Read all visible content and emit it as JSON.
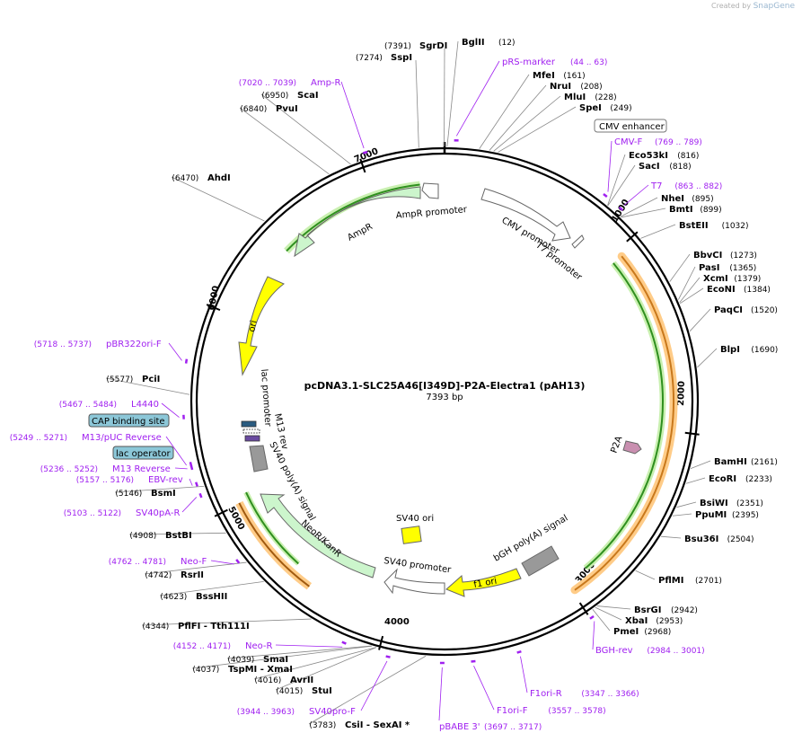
{
  "credit": {
    "created_by": "Created by",
    "brand": "SnapGene"
  },
  "plasmid": {
    "name": "pcDNA3.1-SLC25A46[I349D]-P2A-Electra1 (pAH13)",
    "length_label": "7393 bp",
    "length": 7393
  },
  "ticks": [
    {
      "pos": 1000,
      "label": "1000"
    },
    {
      "pos": 2000,
      "label": "2000"
    },
    {
      "pos": 3000,
      "label": "3000"
    },
    {
      "pos": 4000,
      "label": "4000"
    },
    {
      "pos": 5000,
      "label": "5000"
    },
    {
      "pos": 6000,
      "label": "6000"
    },
    {
      "pos": 7000,
      "label": "7000"
    }
  ],
  "sites": [
    {
      "name": "SgrDI",
      "pos": "(7391)",
      "bp": 7391
    },
    {
      "name": "SspI",
      "pos": "(7274)",
      "bp": 7274
    },
    {
      "name": "BglII",
      "pos": "(12)",
      "bp": 12
    },
    {
      "name": "MfeI",
      "pos": "(161)",
      "bp": 161
    },
    {
      "name": "NruI",
      "pos": "(208)",
      "bp": 208
    },
    {
      "name": "MluI",
      "pos": "(228)",
      "bp": 228
    },
    {
      "name": "SpeI",
      "pos": "(249)",
      "bp": 249
    },
    {
      "name": "Eco53kI",
      "pos": "(816)",
      "bp": 816
    },
    {
      "name": "SacI",
      "pos": "(818)",
      "bp": 818
    },
    {
      "name": "NheI",
      "pos": "(895)",
      "bp": 895
    },
    {
      "name": "BmtI",
      "pos": "(899)",
      "bp": 899
    },
    {
      "name": "BstEII",
      "pos": "(1032)",
      "bp": 1032
    },
    {
      "name": "BbvCI",
      "pos": "(1273)",
      "bp": 1273
    },
    {
      "name": "PasI",
      "pos": "(1365)",
      "bp": 1365
    },
    {
      "name": "XcmI",
      "pos": "(1379)",
      "bp": 1379
    },
    {
      "name": "EcoNI",
      "pos": "(1384)",
      "bp": 1384
    },
    {
      "name": "PaqCI",
      "pos": "(1520)",
      "bp": 1520
    },
    {
      "name": "BlpI",
      "pos": "(1690)",
      "bp": 1690
    },
    {
      "name": "BamHI",
      "pos": "(2161)",
      "bp": 2161
    },
    {
      "name": "EcoRI",
      "pos": "(2233)",
      "bp": 2233
    },
    {
      "name": "BsiWI",
      "pos": "(2351)",
      "bp": 2351
    },
    {
      "name": "PpuMI",
      "pos": "(2395)",
      "bp": 2395
    },
    {
      "name": "Bsu36I",
      "pos": "(2504)",
      "bp": 2504
    },
    {
      "name": "PflMI",
      "pos": "(2701)",
      "bp": 2701
    },
    {
      "name": "BsrGI",
      "pos": "(2942)",
      "bp": 2942
    },
    {
      "name": "XbaI",
      "pos": "(2953)",
      "bp": 2953
    },
    {
      "name": "PmeI",
      "pos": "(2968)",
      "bp": 2968
    },
    {
      "name": "CsiI - SexAI *",
      "pos": "(3783)",
      "bp": 3783
    },
    {
      "name": "StuI",
      "pos": "(4015)",
      "bp": 4015
    },
    {
      "name": "AvrII",
      "pos": "(4016)",
      "bp": 4016
    },
    {
      "name": "TspMI - XmaI",
      "pos": "(4037)",
      "bp": 4037
    },
    {
      "name": "SmaI",
      "pos": "(4039)",
      "bp": 4039
    },
    {
      "name": "PflFI - Tth111I",
      "pos": "(4344)",
      "bp": 4344
    },
    {
      "name": "BssHII",
      "pos": "(4623)",
      "bp": 4623
    },
    {
      "name": "RsrII",
      "pos": "(4742)",
      "bp": 4742
    },
    {
      "name": "BstBI",
      "pos": "(4908)",
      "bp": 4908
    },
    {
      "name": "BsmI",
      "pos": "(5146)",
      "bp": 5146
    },
    {
      "name": "PciI",
      "pos": "(5577)",
      "bp": 5577
    },
    {
      "name": "AhdI",
      "pos": "(6470)",
      "bp": 6470
    },
    {
      "name": "PvuI",
      "pos": "(6840)",
      "bp": 6840
    },
    {
      "name": "ScaI",
      "pos": "(6950)",
      "bp": 6950
    }
  ],
  "primers": [
    {
      "name": "pRS-marker",
      "pos": "(44 .. 63)",
      "bp": 53
    },
    {
      "name": "Amp-R",
      "pos": "(7020 .. 7039)",
      "bp": 7030
    },
    {
      "name": "CMV-F",
      "pos": "(769 .. 789)",
      "bp": 779
    },
    {
      "name": "T7",
      "pos": "(863 .. 882)",
      "bp": 872
    },
    {
      "name": "pBR322ori-F",
      "pos": "(5718 .. 5737)",
      "bp": 5727
    },
    {
      "name": "L4440",
      "pos": "(5467 .. 5484)",
      "bp": 5475
    },
    {
      "name": "M13/pUC Reverse",
      "pos": "(5249 .. 5271)",
      "bp": 5260
    },
    {
      "name": "M13 Reverse",
      "pos": "(5236 .. 5252)",
      "bp": 5244
    },
    {
      "name": "EBV-rev",
      "pos": "(5157 .. 5176)",
      "bp": 5166
    },
    {
      "name": "SV40pA-R",
      "pos": "(5103 .. 5122)",
      "bp": 5112
    },
    {
      "name": "Neo-F",
      "pos": "(4762 .. 4781)",
      "bp": 4771
    },
    {
      "name": "Neo-R",
      "pos": "(4152 .. 4171)",
      "bp": 4161
    },
    {
      "name": "SV40pro-F",
      "pos": "(3944 .. 3963)",
      "bp": 3953
    },
    {
      "name": "pBABE 3'",
      "pos": "(3697 .. 3717)",
      "bp": 3707
    },
    {
      "name": "F1ori-F",
      "pos": "(3557 .. 3578)",
      "bp": 3567
    },
    {
      "name": "F1ori-R",
      "pos": "(3347 .. 3366)",
      "bp": 3356
    },
    {
      "name": "BGH-rev",
      "pos": "(2984 .. 3001)",
      "bp": 2992
    }
  ],
  "boxed_features": [
    {
      "name": "CMV enhancer",
      "style": "outline"
    },
    {
      "name": "CAP binding site",
      "style": "filled"
    },
    {
      "name": "lac operator",
      "style": "filled"
    }
  ],
  "features": [
    {
      "name": "CMV promoter"
    },
    {
      "name": "T7 promoter"
    },
    {
      "name": "P2A"
    },
    {
      "name": "bGH poly(A) signal"
    },
    {
      "name": "f1 ori"
    },
    {
      "name": "SV40 promoter"
    },
    {
      "name": "SV40 ori"
    },
    {
      "name": "NeoR/KanR"
    },
    {
      "name": "SV40 poly(A) signal"
    },
    {
      "name": "M13 rev"
    },
    {
      "name": "lac promoter"
    },
    {
      "name": "ori"
    },
    {
      "name": "AmpR"
    },
    {
      "name": "AmpR promoter"
    }
  ],
  "colors": {
    "backbone": "#000000",
    "primer": "#a020f0",
    "amp_arrow": "#ccf5cc",
    "ori_arrow": "#ffff00",
    "promoter_arrow": "#ffffff",
    "polyA": "#999999",
    "orf_gene": "#228b22",
    "orf_outline": "#ffcc88",
    "p2a": "#c98fb0",
    "cap_site": "#8cc7d8",
    "lac_promoter": "#2a5c80"
  }
}
